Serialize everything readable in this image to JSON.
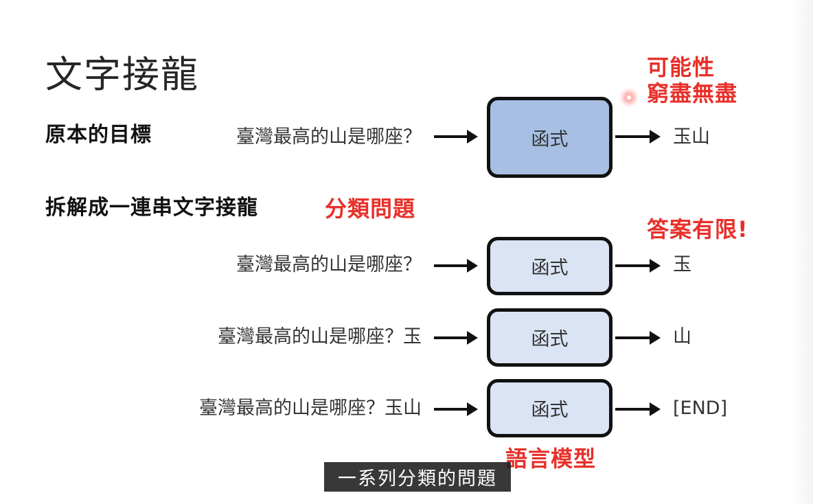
{
  "title": "文字接龍",
  "section_original": "原本的目標",
  "section_decompose": "拆解成一連串文字接龍",
  "classification_label": "分類問題",
  "possibilities_label": [
    "可能性",
    "窮盡無盡"
  ],
  "answers_finite_label": "答案有限!",
  "language_model_label": "語言模型",
  "function_label": "函式",
  "original_row": {
    "input": "臺灣最高的山是哪座？",
    "output": "玉山"
  },
  "rows": [
    {
      "input": "臺灣最高的山是哪座？",
      "output": "玉"
    },
    {
      "input": "臺灣最高的山是哪座？玉",
      "output": "山"
    },
    {
      "input": "臺灣最高的山是哪座？玉山",
      "output": "[END]"
    }
  ],
  "subtitle": "一系列分類的問題",
  "colors": {
    "accent_red": "#e8302a",
    "box_big": "#a6bfe3",
    "box_small": "#dbe4f4"
  }
}
